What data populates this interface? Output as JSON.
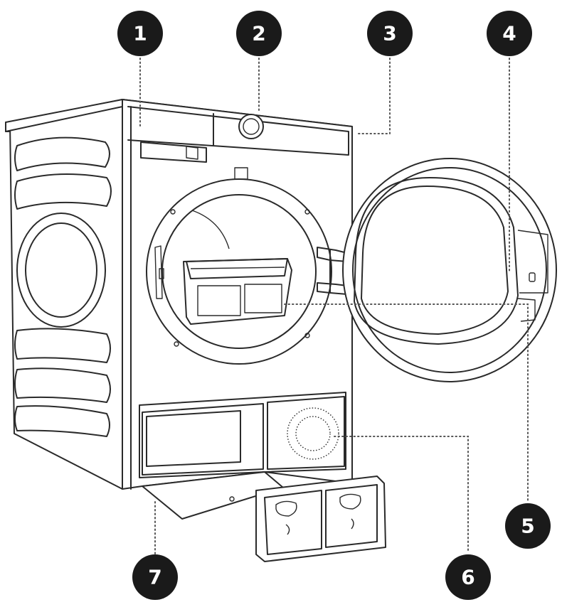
{
  "callouts": [
    {
      "id": "1",
      "label": "1"
    },
    {
      "id": "2",
      "label": "2"
    },
    {
      "id": "3",
      "label": "3"
    },
    {
      "id": "4",
      "label": "4"
    },
    {
      "id": "5",
      "label": "5"
    },
    {
      "id": "6",
      "label": "6"
    },
    {
      "id": "7",
      "label": "7"
    }
  ],
  "colors": {
    "callout_fill": "#1a1a1a",
    "callout_text": "#ffffff",
    "line": "#2a2a2a"
  }
}
